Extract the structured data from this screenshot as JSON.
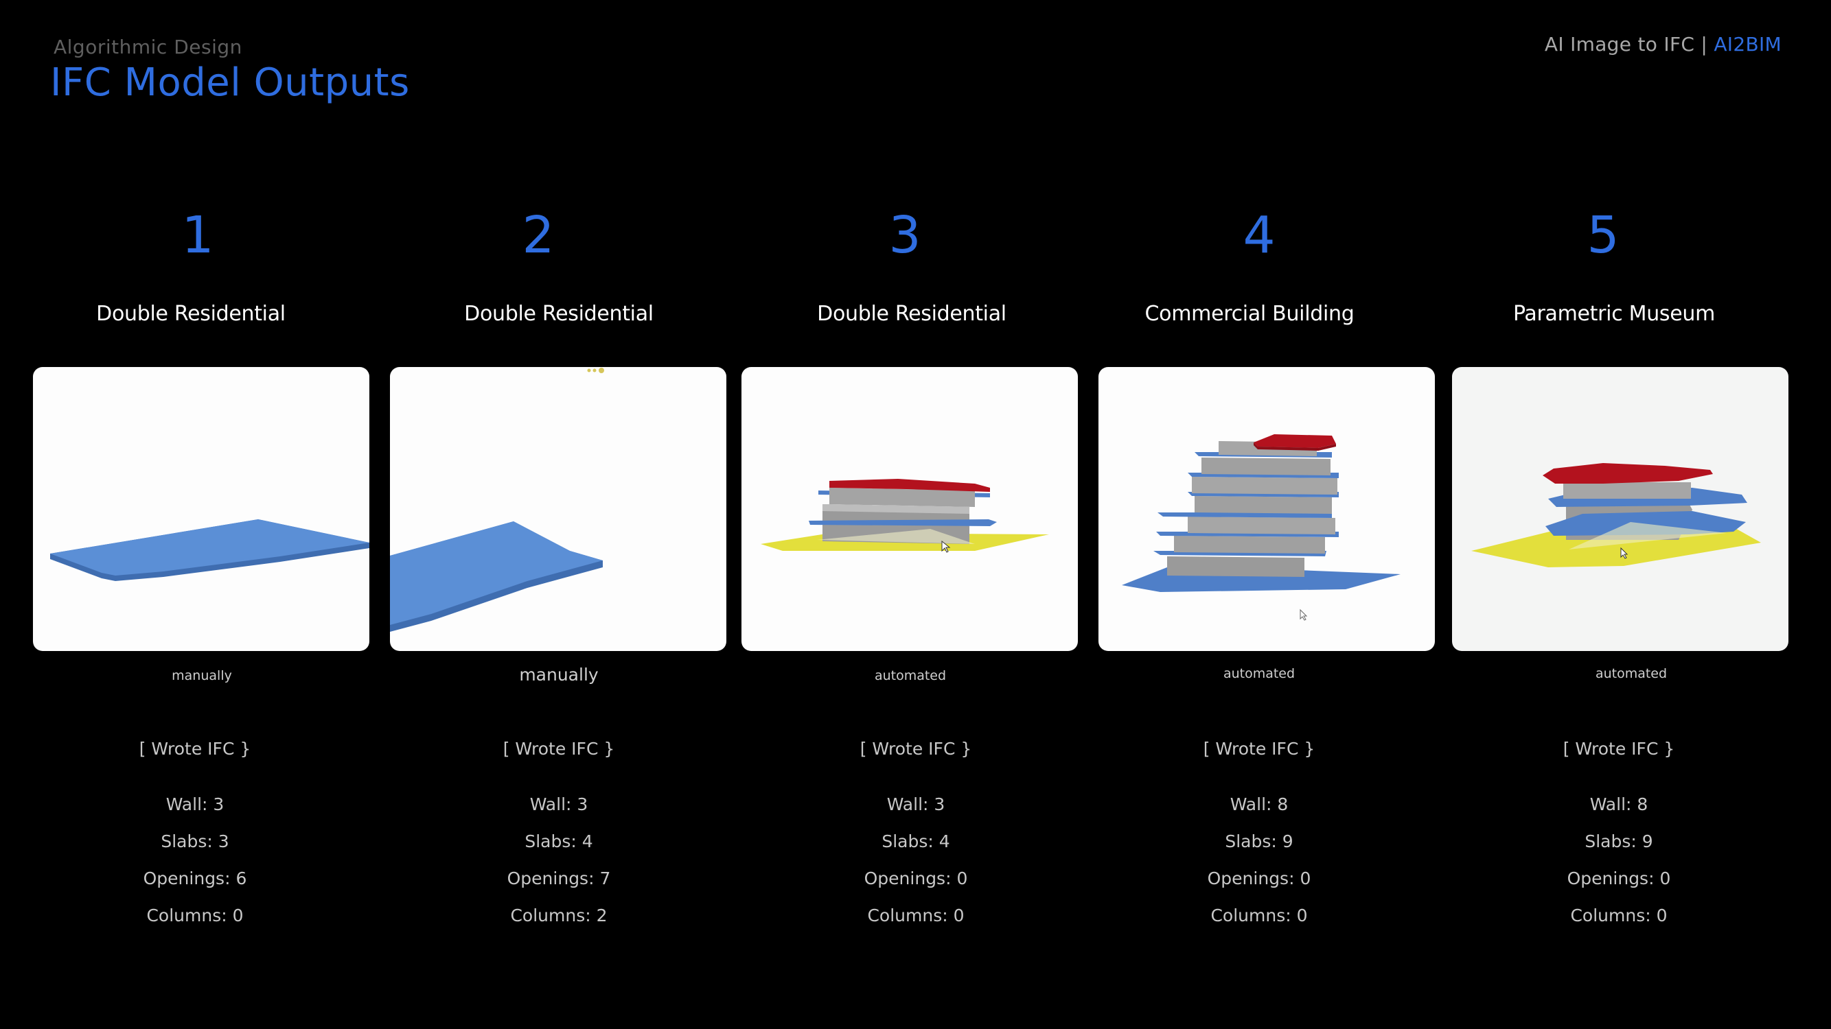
{
  "header": {
    "kicker": "Algorithmic Design",
    "title": "IFC Model Outputs",
    "brand_prefix": "AI Image to IFC | ",
    "brand_accent": "AI2BIM"
  },
  "colors": {
    "accent_blue": "#2f6de0",
    "slab_blue": "#5b8fd6",
    "roof_red": "#b3121e",
    "ground_yellow": "#e3df3c",
    "wall_grey": "#9a9a9a"
  },
  "columns": [
    {
      "number": "1",
      "name": "Double Residential",
      "method": "manually",
      "wrote": "[ Wrote IFC }",
      "stats": [
        "Wall: 3",
        "Slabs: 3",
        "Openings: 6",
        "Columns: 0"
      ]
    },
    {
      "number": "2",
      "name": "Double Residential",
      "method": "manually",
      "wrote": "[ Wrote IFC }",
      "stats": [
        "Wall: 3",
        "Slabs: 4",
        "Openings: 7",
        "Columns: 2"
      ]
    },
    {
      "number": "3",
      "name": "Double Residential",
      "method": "automated",
      "wrote": "[ Wrote IFC }",
      "stats": [
        "Wall: 3",
        "Slabs: 4",
        "Openings: 0",
        "Columns: 0"
      ]
    },
    {
      "number": "4",
      "name": "Commercial  Building",
      "method": "automated",
      "wrote": "[ Wrote IFC }",
      "stats": [
        "Wall: 8",
        "Slabs: 9",
        "Openings: 0",
        "Columns: 0"
      ]
    },
    {
      "number": "5",
      "name": "Parametric Museum",
      "method": "automated",
      "wrote": "[ Wrote IFC }",
      "stats": [
        "Wall: 8",
        "Slabs: 9",
        "Openings: 0",
        "Columns: 0"
      ]
    }
  ]
}
